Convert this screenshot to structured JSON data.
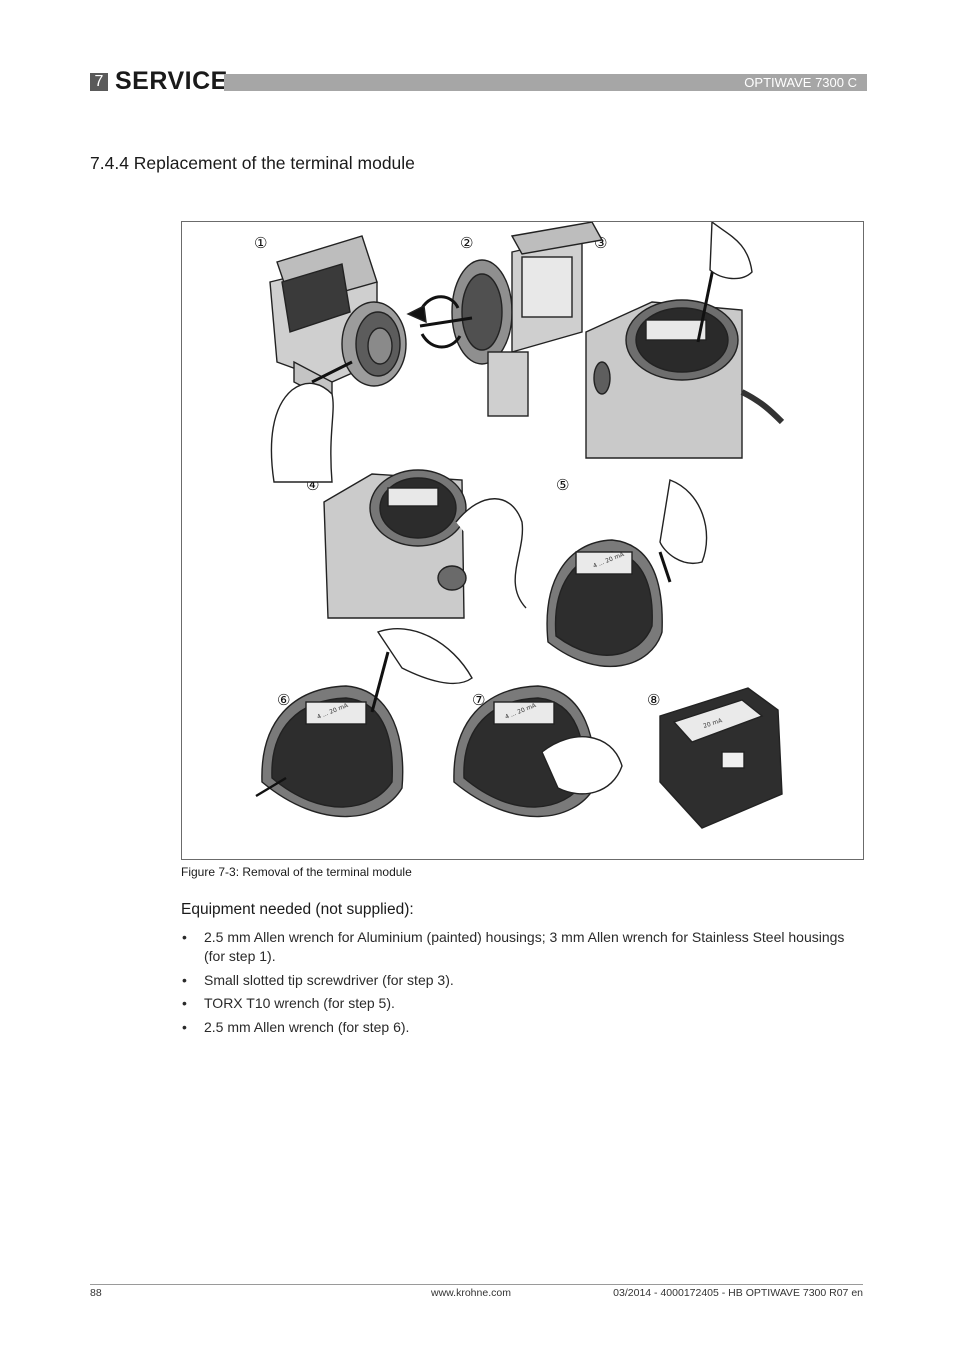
{
  "header": {
    "chapter_number": "7",
    "chapter_title": "SERVICE",
    "product": "OPTIWAVE 7300 C"
  },
  "section": {
    "title": "7.4.4  Replacement of the terminal module"
  },
  "figure": {
    "step_markers": [
      "①",
      "②",
      "③",
      "④",
      "⑤",
      "⑥",
      "⑦",
      "⑧"
    ],
    "caption": "Figure 7-3: Removal of the terminal module",
    "module_labels": {
      "current_range": "4 ... 20 mA",
      "current_short": "20 mA"
    }
  },
  "equipment": {
    "title": "Equipment needed (not supplied):",
    "bullet": "•",
    "items": [
      "2.5 mm Allen wrench for Aluminium (painted) housings; 3 mm Allen wrench for Stainless Steel housings (for step 1).",
      "Small slotted tip screwdriver (for step 3).",
      "TORX T10 wrench (for step 5).",
      "2.5 mm Allen wrench (for step 6)."
    ]
  },
  "footer": {
    "page": "88",
    "website": "www.krohne.com",
    "doc_ref": "03/2014 - 4000172405 - HB OPTIWAVE 7300 R07 en"
  }
}
